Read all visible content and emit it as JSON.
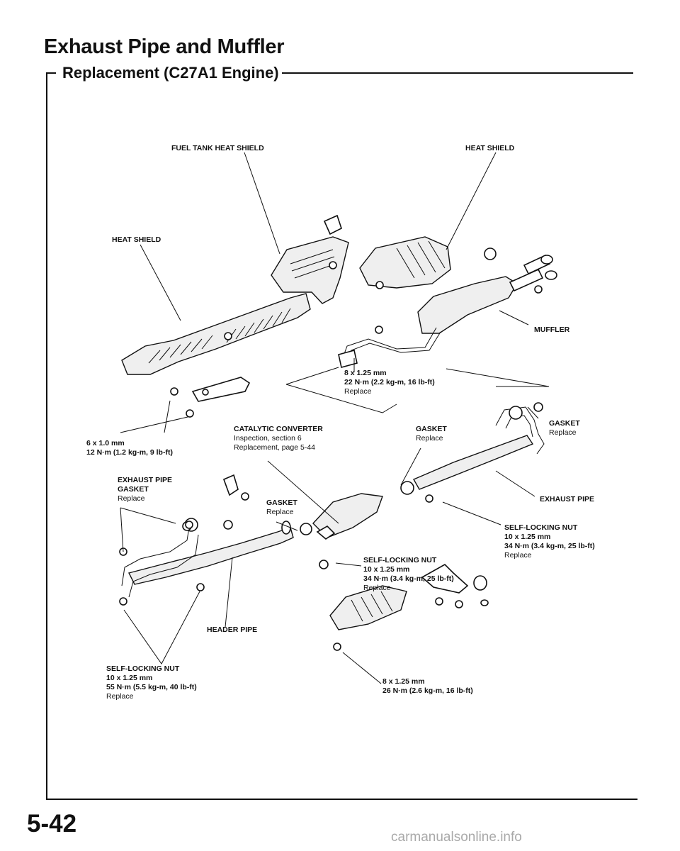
{
  "header": {
    "title": "Exhaust Pipe and Muffler",
    "section": "Replacement (C27A1 Engine)"
  },
  "labels": {
    "fuel_tank_heat_shield": "FUEL TANK HEAT SHIELD",
    "heat_shield_right": "HEAT SHIELD",
    "heat_shield_left": "HEAT SHIELD",
    "muffler": "MUFFLER",
    "bolt_8_top": {
      "size": "8 x 1.25 mm",
      "torque": "22 N·m (2.2 kg-m, 16 lb-ft)",
      "note": "Replace"
    },
    "gasket_muffler": {
      "name": "GASKET",
      "note": "Replace"
    },
    "bolt_6": {
      "size": "6 x 1.0 mm",
      "torque": "12 N·m (1.2 kg-m, 9 lb-ft)"
    },
    "catalytic_converter": {
      "name": "CATALYTIC CONVERTER",
      "line1": "Inspection, section 6",
      "line2": "Replacement, page 5-44"
    },
    "gasket_mid": {
      "name": "GASKET",
      "note": "Replace"
    },
    "exhaust_pipe_gasket": {
      "line1": "EXHAUST PIPE",
      "line2": "GASKET",
      "note": "Replace"
    },
    "gasket_cat": {
      "name": "GASKET",
      "note": "Replace"
    },
    "exhaust_pipe": "EXHAUST PIPE",
    "nut_right": {
      "name": "SELF-LOCKING NUT",
      "size": "10 x 1.25 mm",
      "torque": "34 N·m (3.4 kg-m, 25 lb-ft)",
      "note": "Replace"
    },
    "nut_center": {
      "name": "SELF-LOCKING NUT",
      "size": "10 x 1.25 mm",
      "torque": "34 N·m (3.4 kg-m, 25 lb-ft)",
      "note": "Replace"
    },
    "header_pipe": "HEADER PIPE",
    "nut_bottom": {
      "name": "SELF-LOCKING NUT",
      "size": "10 x 1.25 mm",
      "torque": "55 N·m (5.5 kg-m, 40 lb-ft)",
      "note": "Replace"
    },
    "bolt_8_bottom": {
      "size": "8 x 1.25 mm",
      "torque": "26 N·m (2.6 kg-m, 16 lb-ft)"
    }
  },
  "footer": {
    "page_number": "5-42",
    "watermark": "carmanualsonline.info"
  }
}
